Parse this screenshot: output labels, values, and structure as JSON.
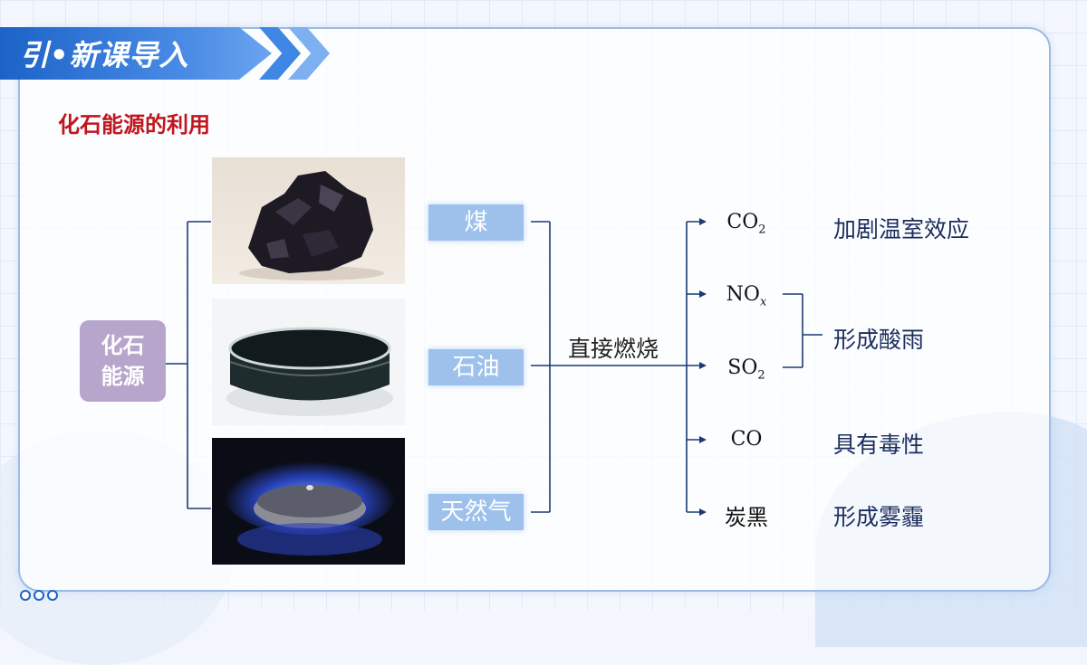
{
  "header": {
    "title": "引•新课导入",
    "subtitle": "化石能源的利用"
  },
  "diagram": {
    "root": "化石\n能源",
    "sources": [
      "煤",
      "石油",
      "天然气"
    ],
    "process": "直接燃烧",
    "products": [
      {
        "base": "CO",
        "sub": "2",
        "effect": "加剧温室效应"
      },
      {
        "base": "NO",
        "sub": "x",
        "effect": ""
      },
      {
        "base": "SO",
        "sub": "2",
        "effect": ""
      },
      {
        "base": "CO",
        "sub": "",
        "effect": "具有毒性"
      },
      {
        "base": "炭黑",
        "sub": "",
        "effect": "形成雾霾"
      }
    ],
    "group_effect": "形成酸雨"
  },
  "colors": {
    "banner": "#1c63c8",
    "subtitle": "#c0161e",
    "label_box": "#9ec1ec",
    "root_box": "#b7a5cb",
    "lines": "#1a3a73"
  }
}
